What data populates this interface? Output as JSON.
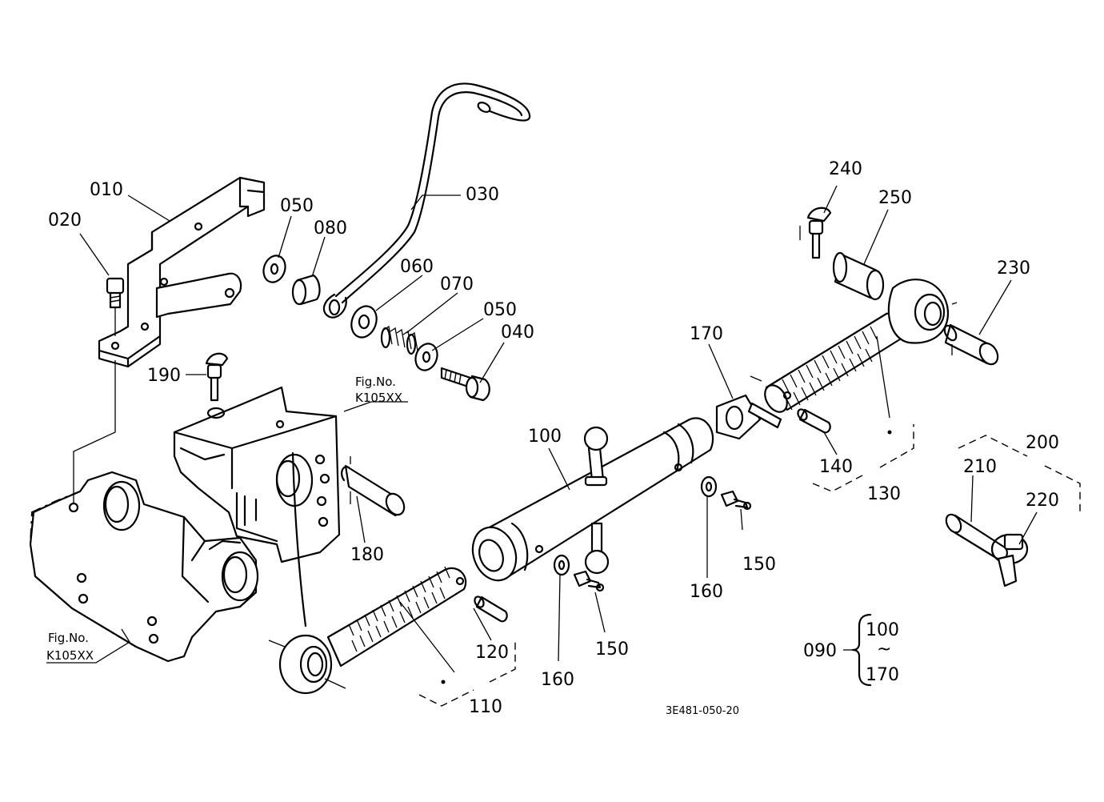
{
  "diagram": {
    "code": "3E481-050-20",
    "labels": {
      "l010": "010",
      "l020": "020",
      "l030": "030",
      "l040": "040",
      "l050a": "050",
      "l050b": "050",
      "l060": "060",
      "l070": "070",
      "l080": "080",
      "l100": "100",
      "l110": "110",
      "l120": "120",
      "l130": "130",
      "l140": "140",
      "l150a": "150",
      "l150b": "150",
      "l160a": "160",
      "l160b": "160",
      "l170": "170",
      "l180": "180",
      "l190": "190",
      "l200": "200",
      "l210": "210",
      "l220": "220",
      "l230": "230",
      "l240": "240",
      "l250": "250"
    },
    "refs": {
      "ref1_line1": "Fig.No.",
      "ref1_line2": "K105XX",
      "ref2_line1": "Fig.No.",
      "ref2_line2": "K105XX"
    },
    "assembly": {
      "label": "090",
      "from": "100",
      "tilde": "~",
      "to": "170"
    }
  }
}
